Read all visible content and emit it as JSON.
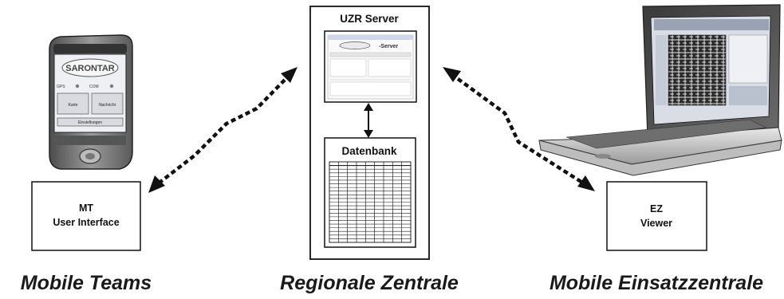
{
  "sections": {
    "left": "Mobile Teams",
    "middle": "Regionale Zentrale",
    "right": "Mobile Einsatzzentrale"
  },
  "boxes": {
    "mt": {
      "line1": "MT",
      "line2": "User Interface"
    },
    "server": {
      "title": "UZR Server",
      "screen_banner": "-Server"
    },
    "database": {
      "title": "Datenbank"
    },
    "ez": {
      "line1": "EZ",
      "line2": "Viewer"
    }
  },
  "device": {
    "logo": "SARONTAR",
    "button_left": "Karte",
    "button_right": "Nachricht",
    "bottom_button": "Einstellungen",
    "status_label_left": "GPS",
    "status_label_right": "COM"
  },
  "colors": {
    "ink": "#111111",
    "screen_blue": "#cfd8e8",
    "device_gray": "#7a7a7a"
  }
}
